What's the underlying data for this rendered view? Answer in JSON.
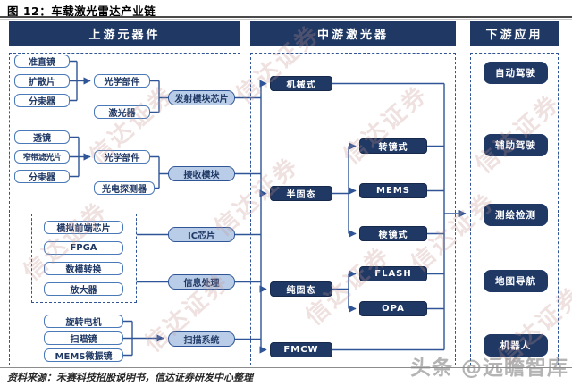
{
  "title": "图 12：车载激光雷达产业链",
  "footer": {
    "source": "资料来源：禾赛科技招股说明书，信达证券研发中心整理"
  },
  "watermark": {
    "text": "信达证券",
    "credit": "头条 @远瞻智库"
  },
  "colors": {
    "navy": "#1f3864",
    "light_blue": "#b9cde8",
    "line_blue": "#2f5597"
  },
  "upstream": {
    "header": "上游元器件",
    "group_a": {
      "components": [
        "准直镜",
        "扩散片",
        "分束器"
      ],
      "modules": [
        "光学部件",
        "激光器"
      ],
      "output": "发射模块芯片"
    },
    "group_b": {
      "components": [
        "透镜",
        "窄带滤光片",
        "分束器"
      ],
      "modules": [
        "光学部件",
        "光电探测器"
      ],
      "output": "接收模块"
    },
    "group_c": {
      "components": [
        "模拟前端芯片",
        "FPGA",
        "数模转换",
        "放大器"
      ],
      "outputs": [
        "IC芯片",
        "信息处理"
      ]
    },
    "group_d": {
      "components": [
        "旋转电机",
        "扫瞄镜",
        "MEMS微振镜"
      ],
      "output": "扫描系统"
    }
  },
  "midstream": {
    "header": "中游激光器",
    "types": [
      "机械式",
      "半固态",
      "纯固态",
      "FMCW"
    ],
    "semi_solid_subtypes": [
      "转镜式",
      "MEMS",
      "棱镜式"
    ],
    "pure_solid_subtypes": [
      "FLASH",
      "OPA"
    ]
  },
  "downstream": {
    "header": "下游应用",
    "applications": [
      "自动驾驶",
      "辅助驾驶",
      "测绘检测",
      "地图导航",
      "机器人"
    ]
  }
}
